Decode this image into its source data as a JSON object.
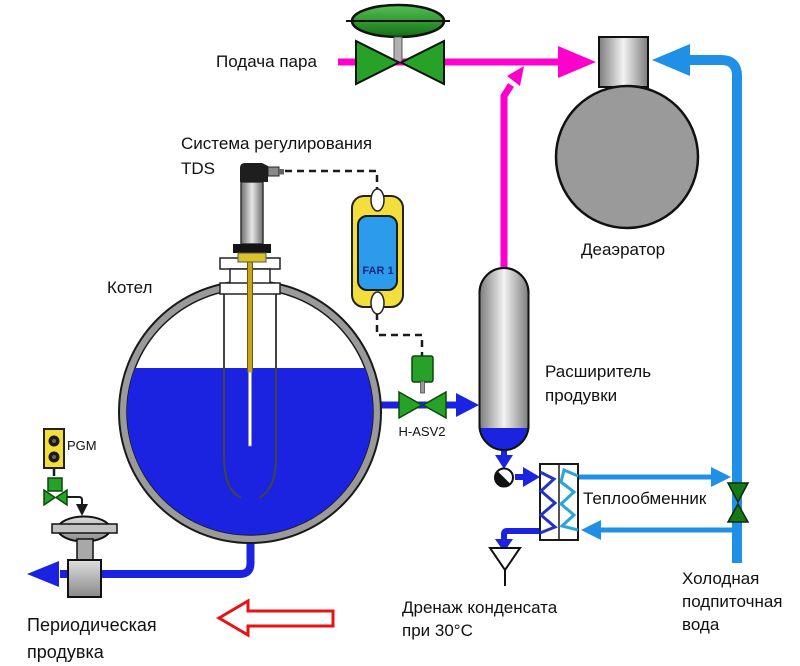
{
  "labels": {
    "steam_supply": "Подача пара",
    "tds_system": "Система регулирования\nTDS",
    "boiler": "Котел",
    "deaerator": "Деаэратор",
    "far1": "FAR 1",
    "hasv2": "H-ASV2",
    "expander": "Расширитель\nпродувки",
    "heat_exchanger": "Теплообменник",
    "pgm": "PGM",
    "cold_makeup_water": "Холодная\nподпиточная\nвода",
    "condensate_drain": "Дренаж конденсата\nпри 30°C",
    "periodic_blowdown": "Периодическая\nпродувка"
  },
  "colors": {
    "steam": "#ff00cc",
    "water": "#1b23e0",
    "makeup": "#1f90e6",
    "coil_hot": "#2433c0",
    "coil_cold": "#2aa4dc",
    "green": "#27a127",
    "green_dark": "#157a15",
    "yellow": "#f2de3c",
    "screen": "#2d9beb",
    "red": "#e81212",
    "gray": "#9a9a9a"
  }
}
